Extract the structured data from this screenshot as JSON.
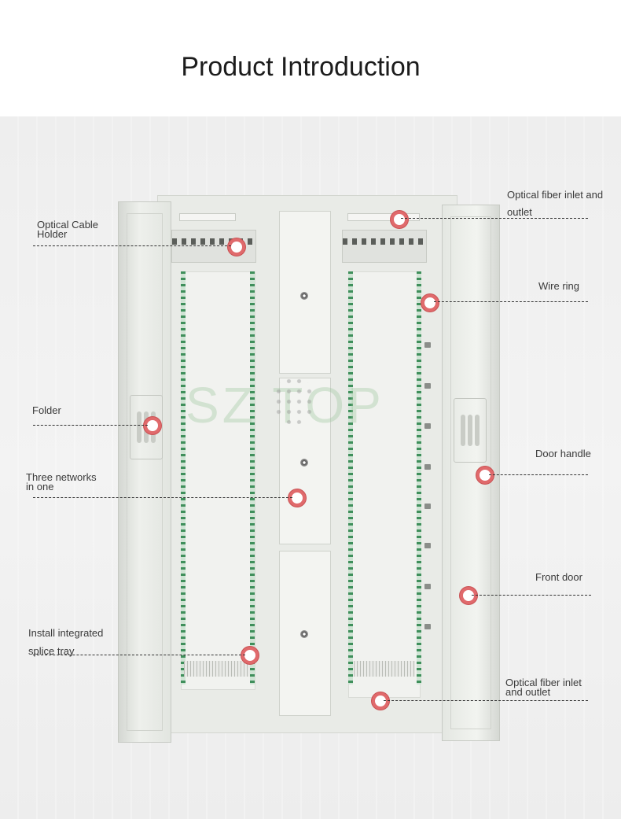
{
  "page": {
    "title": "Product Introduction"
  },
  "watermark": {
    "text": "SZ  TOP"
  },
  "callouts": [
    {
      "id": "optical-cable-holder",
      "line1": "Optical Cable",
      "line2": "Holder"
    },
    {
      "id": "fiber-inlet-top",
      "line1": "Optical fiber inlet and",
      "line2": "outlet"
    },
    {
      "id": "wire-ring",
      "line1": "Wire ring",
      "line2": ""
    },
    {
      "id": "folder",
      "line1": "Folder",
      "line2": ""
    },
    {
      "id": "door-handle",
      "line1": "Door handle",
      "line2": ""
    },
    {
      "id": "three-networks",
      "line1": "Three networks",
      "line2": "in one"
    },
    {
      "id": "front-door",
      "line1": "Front door",
      "line2": ""
    },
    {
      "id": "splice-tray",
      "line1": "Install integrated",
      "line2": "splice tray"
    },
    {
      "id": "fiber-inlet-bottom",
      "line1": "Optical fiber inlet",
      "line2": "and outlet"
    }
  ],
  "colors": {
    "marker": "#e06a6c",
    "leader": "#333333",
    "rail": "#3f8f5b"
  }
}
